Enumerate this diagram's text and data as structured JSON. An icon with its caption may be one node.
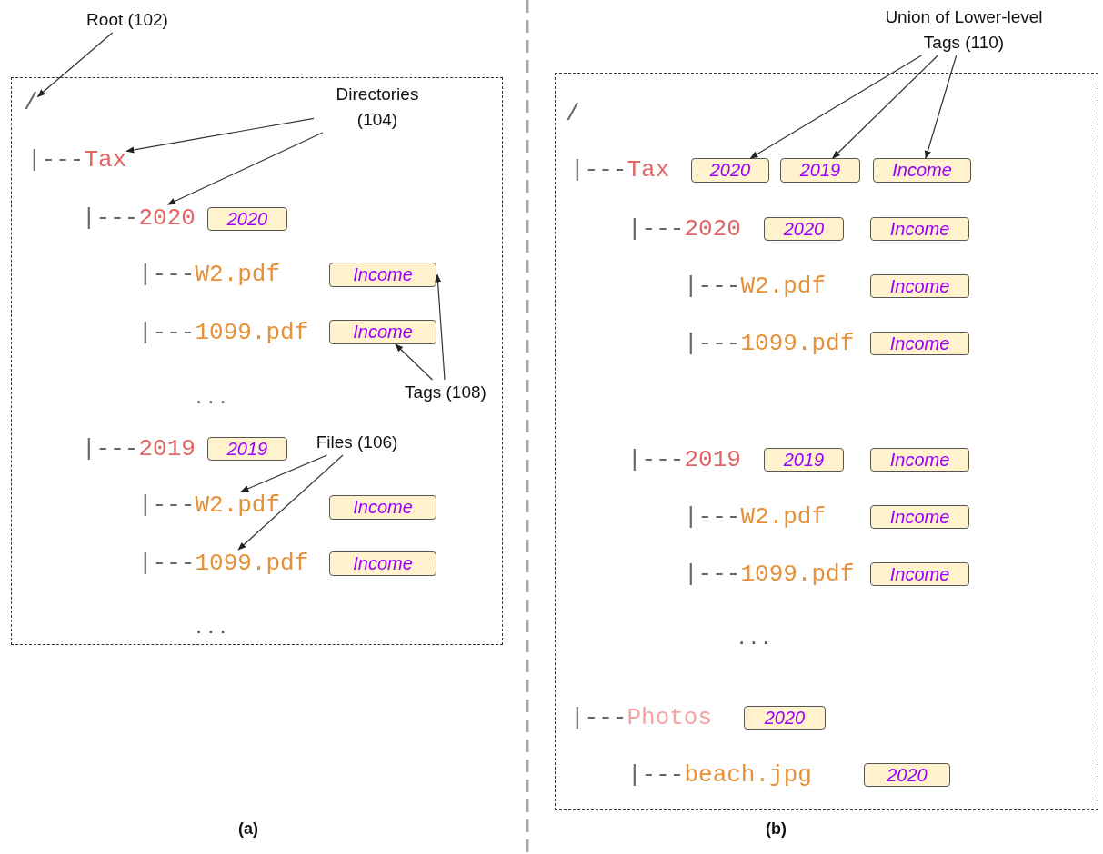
{
  "diagram": {
    "nodes": [
      {
        "text": [
          "Root (102)"
        ]
      },
      {
        "text": [],
        "shape": "box"
      },
      {
        "text": [
          "/"
        ],
        "in": 1
      },
      {
        "text": [
          "Directories (104)"
        ],
        "in": 1
      },
      {
        "text": [
          "|---Tax"
        ],
        "in": 1
      },
      {
        "text": [
          "|---2020"
        ],
        "in": 1
      },
      {
        "text": [
          "2020"
        ],
        "in": 1
      },
      {
        "text": [
          "|---W2.pdf"
        ],
        "in": 1
      },
      {
        "text": [
          "Income"
        ],
        "in": 1
      },
      {
        "text": [
          "|---1099.pdf"
        ],
        "in": 1
      },
      {
        "text": [
          "Income"
        ],
        "in": 1
      },
      {
        "text": [
          "Tags (108)"
        ],
        "in": 1
      },
      {
        "text": [
          "|---2019"
        ],
        "in": 1
      },
      {
        "text": [
          "2019"
        ],
        "in": 1
      },
      {
        "text": [
          "Files (106)"
        ],
        "in": 1
      },
      {
        "text": [
          "|---W2.pdf"
        ],
        "in": 1
      },
      {
        "text": [
          "Income"
        ],
        "in": 1
      },
      {
        "text": [
          "|---1099.pdf"
        ],
        "in": 1
      },
      {
        "text": [
          "Income"
        ],
        "in": 1
      },
      {
        "text": [
          "Union of Lower-level Tags (110)"
        ]
      },
      {
        "text": [],
        "shape": "box"
      },
      {
        "text": [
          "/"
        ],
        "in": 20
      },
      {
        "text": [
          "|---Tax"
        ],
        "in": 20
      },
      {
        "text": [
          "2020"
        ],
        "in": 20
      },
      {
        "text": [
          "2019"
        ],
        "in": 20
      },
      {
        "text": [
          "Income"
        ],
        "in": 20
      },
      {
        "text": [
          "|---2020"
        ],
        "in": 20
      },
      {
        "text": [
          "2020"
        ],
        "in": 20
      },
      {
        "text": [
          "Income"
        ],
        "in": 20
      },
      {
        "text": [
          "|---W2.pdf"
        ],
        "in": 20
      },
      {
        "text": [
          "Income"
        ],
        "in": 20
      },
      {
        "text": [
          "|---1099.pdf"
        ],
        "in": 20
      },
      {
        "text": [
          "Income"
        ],
        "in": 20
      },
      {
        "text": [
          "|---2019"
        ],
        "in": 20
      },
      {
        "text": [
          "2019"
        ],
        "in": 20
      },
      {
        "text": [
          "Income"
        ],
        "in": 20
      },
      {
        "text": [
          "|---W2.pdf"
        ],
        "in": 20
      },
      {
        "text": [
          "Income"
        ],
        "in": 20
      },
      {
        "text": [
          "|---1099.pdf"
        ],
        "in": 20
      },
      {
        "text": [
          "Income"
        ],
        "in": 20
      },
      {
        "text": [
          "|---Photos"
        ],
        "in": 20
      },
      {
        "text": [
          "2020"
        ],
        "in": 20
      },
      {
        "text": [
          "|---beach.jpg"
        ],
        "in": 20
      },
      {
        "text": [
          "2020"
        ],
        "in": 20
      }
    ],
    "edges": [
      {
        "from": 0,
        "to": 2,
        "arrow": "to"
      },
      {
        "from": 3,
        "to": 4,
        "arrow": "to"
      },
      {
        "from": 3,
        "to": 5,
        "arrow": "to"
      },
      {
        "from": 11,
        "to": 8,
        "arrow": "to"
      },
      {
        "from": 11,
        "to": 10,
        "arrow": "to"
      },
      {
        "from": 14,
        "to": 15,
        "arrow": "to"
      },
      {
        "from": 14,
        "to": 17,
        "arrow": "to"
      },
      {
        "from": 19,
        "to": 23,
        "arrow": "to"
      },
      {
        "from": 19,
        "to": 24,
        "arrow": "to"
      },
      {
        "from": 19,
        "to": 25,
        "arrow": "to"
      }
    ],
    "labels": [
      "...",
      "...",
      "...",
      "(a)",
      "(b)"
    ]
  }
}
